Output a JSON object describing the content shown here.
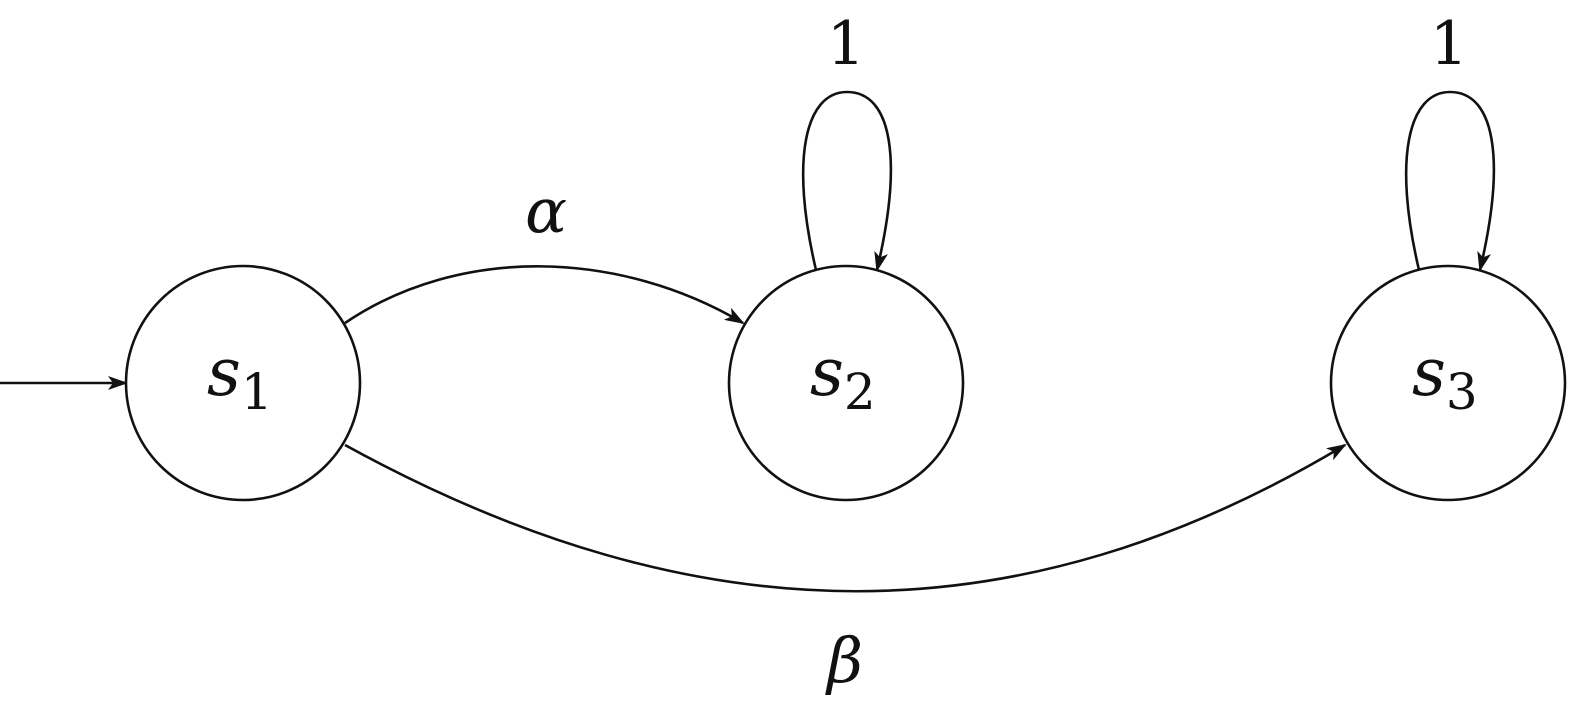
{
  "diagram": {
    "states": [
      {
        "id": "s1",
        "name": "s",
        "index": "1",
        "initial": true
      },
      {
        "id": "s2",
        "name": "s",
        "index": "2",
        "initial": false
      },
      {
        "id": "s3",
        "name": "s",
        "index": "3",
        "initial": false
      }
    ],
    "transitions": [
      {
        "id": "t_s1_s2",
        "from": "s1",
        "to": "s2",
        "label": "α"
      },
      {
        "id": "t_s1_s3",
        "from": "s1",
        "to": "s3",
        "label": "β"
      },
      {
        "id": "t_s2_s2",
        "from": "s2",
        "to": "s2",
        "label": "1"
      },
      {
        "id": "t_s3_s3",
        "from": "s3",
        "to": "s3",
        "label": "1"
      }
    ]
  }
}
